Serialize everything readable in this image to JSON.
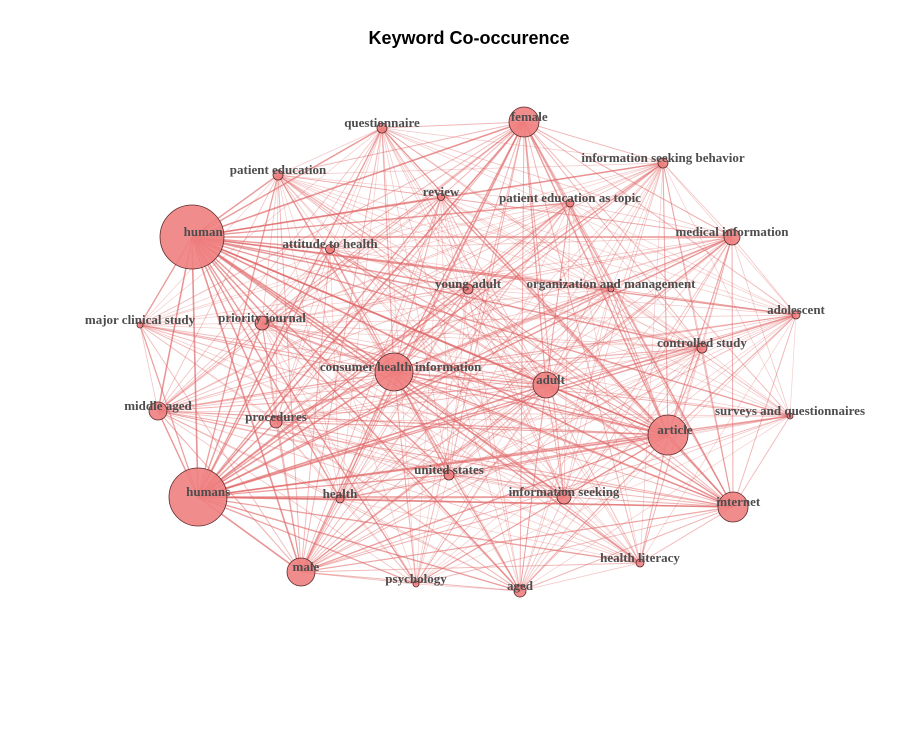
{
  "chart_data": {
    "type": "network",
    "title": "Keyword Co-occurence",
    "node_color": "#f08080",
    "edge_color": "#e06666",
    "nodes": [
      {
        "label": "questionnaire"
      },
      {
        "label": "female"
      },
      {
        "label": "information seeking behavior"
      },
      {
        "label": "patient education"
      },
      {
        "label": "review"
      },
      {
        "label": "patient education as topic"
      },
      {
        "label": "human"
      },
      {
        "label": "medical information"
      },
      {
        "label": "attitude to health"
      },
      {
        "label": "young adult"
      },
      {
        "label": "organization and management"
      },
      {
        "label": "major clinical study"
      },
      {
        "label": "priority journal"
      },
      {
        "label": "adolescent"
      },
      {
        "label": "controlled study"
      },
      {
        "label": "consumer health information"
      },
      {
        "label": "adult"
      },
      {
        "label": "middle aged"
      },
      {
        "label": "procedures"
      },
      {
        "label": "surveys and questionnaires"
      },
      {
        "label": "article"
      },
      {
        "label": "united states"
      },
      {
        "label": "health"
      },
      {
        "label": "information seeking"
      },
      {
        "label": "humans"
      },
      {
        "label": "internet"
      },
      {
        "label": "health literacy"
      },
      {
        "label": "male"
      },
      {
        "label": "psychology"
      },
      {
        "label": "aged"
      }
    ]
  }
}
